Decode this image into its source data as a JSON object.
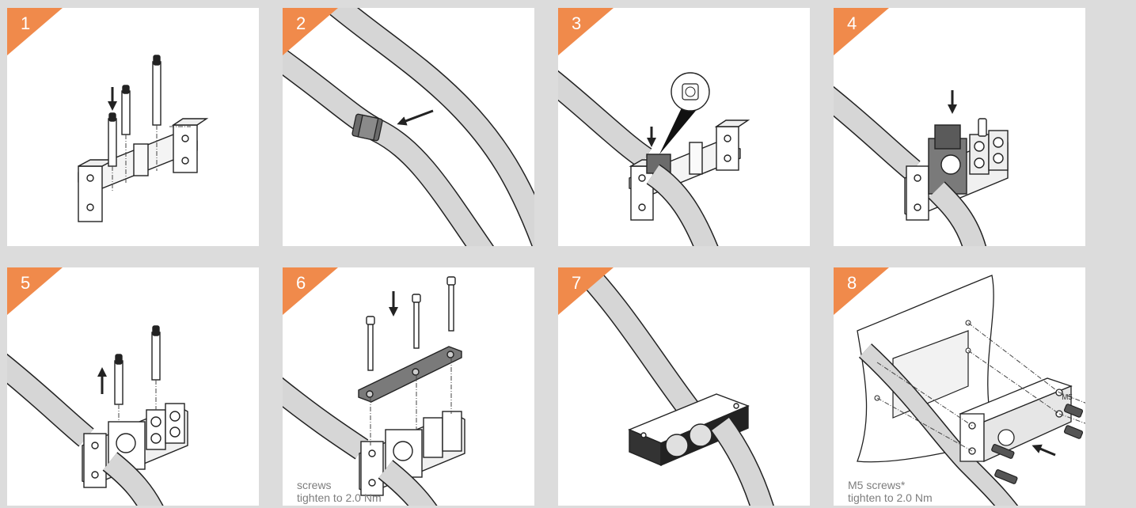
{
  "colors": {
    "background": "#dcdcdc",
    "panel": "#ffffff",
    "badge": "#f08a4b",
    "caption": "#7d7d7d",
    "cable": "#d6d6d6"
  },
  "steps": [
    {
      "number": "1"
    },
    {
      "number": "2"
    },
    {
      "number": "3"
    },
    {
      "number": "4"
    },
    {
      "number": "5"
    },
    {
      "number": "6",
      "caption": [
        "screws",
        "tighten to 2.0 Nm"
      ]
    },
    {
      "number": "7"
    },
    {
      "number": "8",
      "caption": [
        "M5 screws*",
        "tighten to 2.0 Nm"
      ],
      "label": "M5"
    }
  ]
}
